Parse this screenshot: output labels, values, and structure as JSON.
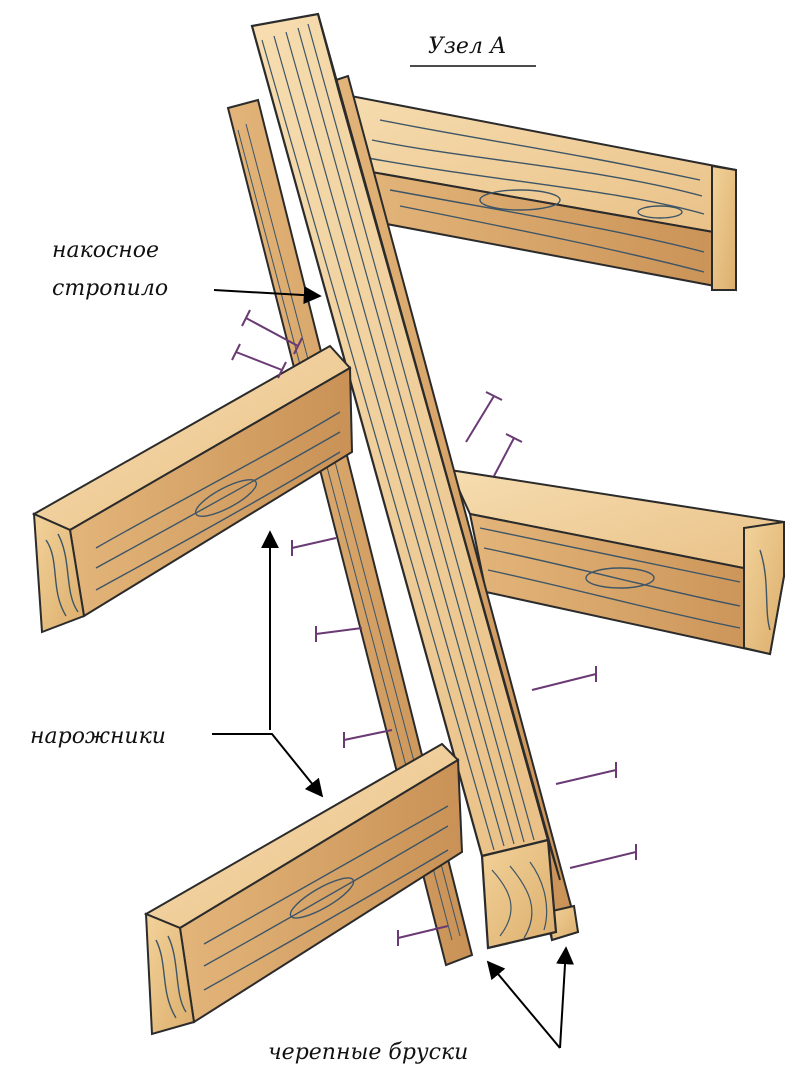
{
  "diagram": {
    "title": "Узел А",
    "labels": {
      "rafter_line1": "накосное",
      "rafter_line2": "стропило",
      "jack_rafters": "нарожники",
      "battens": "черепные бруски"
    }
  },
  "colors": {
    "wood_light": "#f3d7a2",
    "wood_mid": "#e6b77a",
    "wood_dark": "#c98e4e",
    "grain": "#3d5566",
    "outline": "#2b2b2b",
    "nail": "#6a3a74",
    "arrow": "#000000"
  }
}
